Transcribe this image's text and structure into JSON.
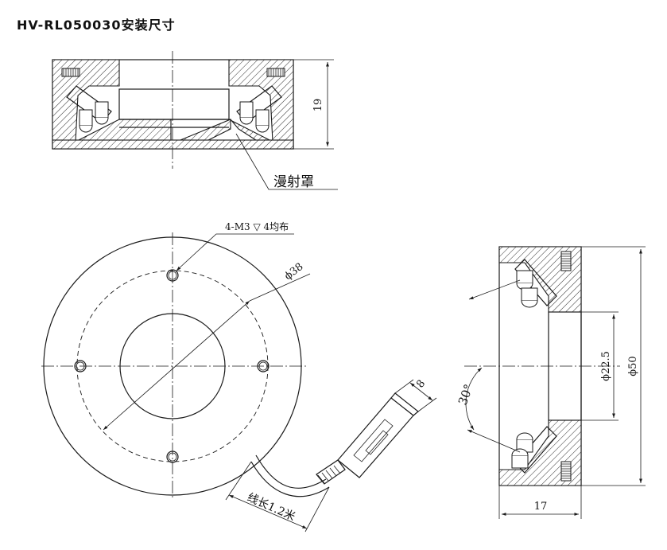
{
  "title": "HV-RL050030安装尺寸",
  "labels": {
    "diffuser": "漫射罩",
    "holes": "4-M3",
    "hole_depth": "4均布",
    "cable": "线长1.2米"
  },
  "dimensions": {
    "height": "19",
    "bolt_circle": "ϕ38",
    "inner_diameter": "ϕ22.5",
    "outer_diameter": "ϕ50",
    "thickness": "17",
    "angle": "30°",
    "connector_width": "8"
  }
}
